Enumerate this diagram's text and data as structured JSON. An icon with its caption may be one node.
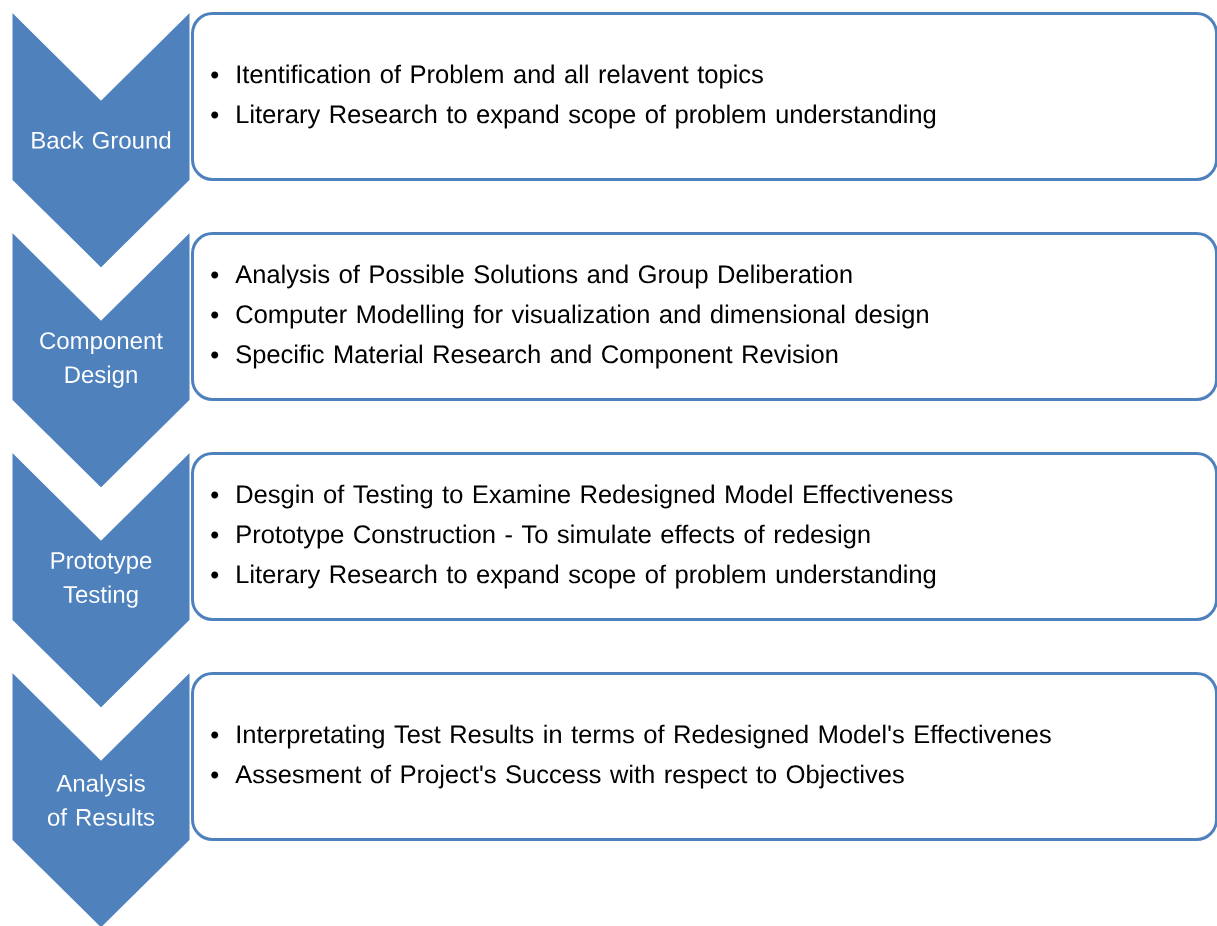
{
  "diagram": {
    "nodes": [
      {
        "text": [
          "Back Ground"
        ]
      },
      {
        "text": [
          "Itentification of Problem and all relavent topics",
          "Literary Research to expand scope of problem understanding"
        ]
      },
      {
        "text": [
          "Component Design"
        ]
      },
      {
        "text": [
          "Analysis of Possible Solutions and Group Deliberation",
          "Computer Modelling for visualization and dimensional design",
          "Specific Material Research and Component Revision"
        ]
      },
      {
        "text": [
          "Prototype Testing"
        ]
      },
      {
        "text": [
          "Desgin of Testing to Examine Redesigned Model Effectiveness",
          "Prototype Construction - To simulate effects of redesign",
          "Literary Research to expand scope of problem understanding"
        ]
      },
      {
        "text": [
          "Analysis of Results"
        ]
      },
      {
        "text": [
          "Interpretating Test Results in terms of Redesigned Model's Effectivenes",
          "Assesment of Project's Success with respect to Objectives"
        ]
      }
    ]
  }
}
